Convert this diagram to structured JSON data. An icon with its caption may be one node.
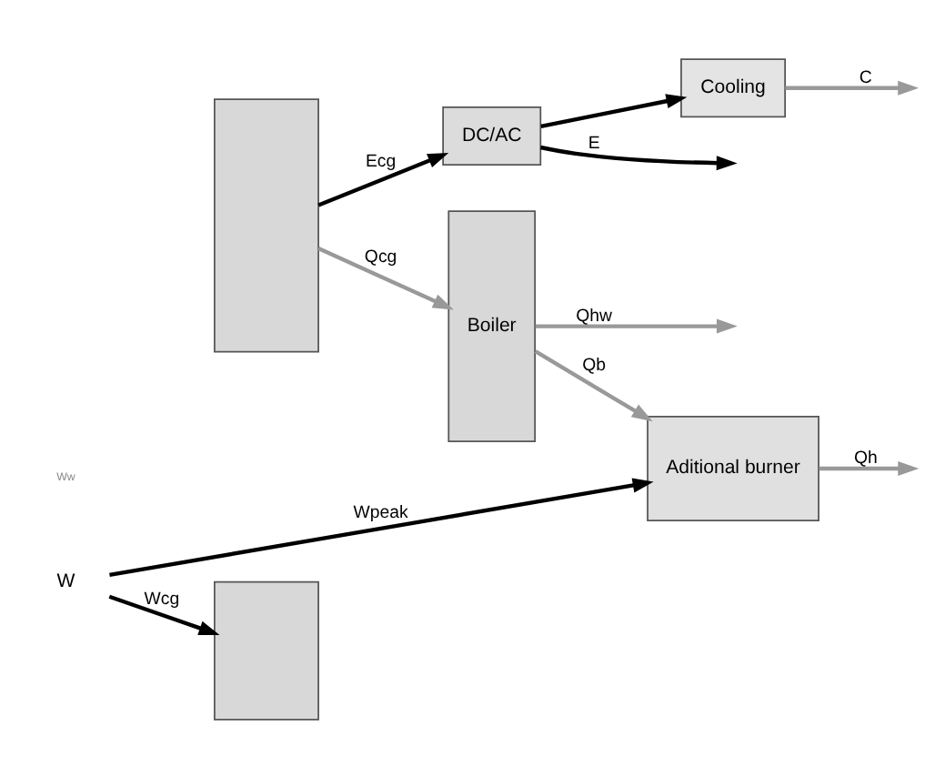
{
  "diagram": {
    "nodes": [
      {
        "text": [],
        "shape": "box"
      },
      {
        "text": [],
        "shape": "box"
      },
      {
        "text": [
          "DC/AC"
        ]
      },
      {
        "text": [
          "Cooling"
        ]
      },
      {
        "text": [
          "Boiler"
        ]
      },
      {
        "text": [
          "Aditional burner"
        ]
      },
      {
        "text": [
          "W"
        ]
      }
    ],
    "edges": [
      {
        "from": 0,
        "to": 2,
        "arrow": "to",
        "label": "Ecg"
      },
      {
        "from": 2,
        "to": null,
        "arrow": "to",
        "label": "E"
      },
      {
        "from": 2,
        "to": 3,
        "arrow": "to"
      },
      {
        "from": 3,
        "to": null,
        "arrow": "to",
        "label": "C",
        "color": "#999999"
      },
      {
        "from": 0,
        "to": 4,
        "arrow": "to",
        "label": "Qcg",
        "color": "#999999"
      },
      {
        "from": 4,
        "to": 5,
        "arrow": "to",
        "label": "Qb",
        "color": "#999999"
      },
      {
        "from": 5,
        "to": null,
        "arrow": "to",
        "label": "Qh",
        "color": "#999999"
      },
      {
        "from": 4,
        "to": null,
        "arrow": "to",
        "label": "Qhw",
        "color": "#999999"
      },
      {
        "from": 6,
        "to": 1,
        "arrow": "to",
        "label": "Wcg"
      },
      {
        "from": 6,
        "to": 5,
        "arrow": "to",
        "label": "Wpeak"
      }
    ],
    "labels": [
      "Ww"
    ]
  }
}
